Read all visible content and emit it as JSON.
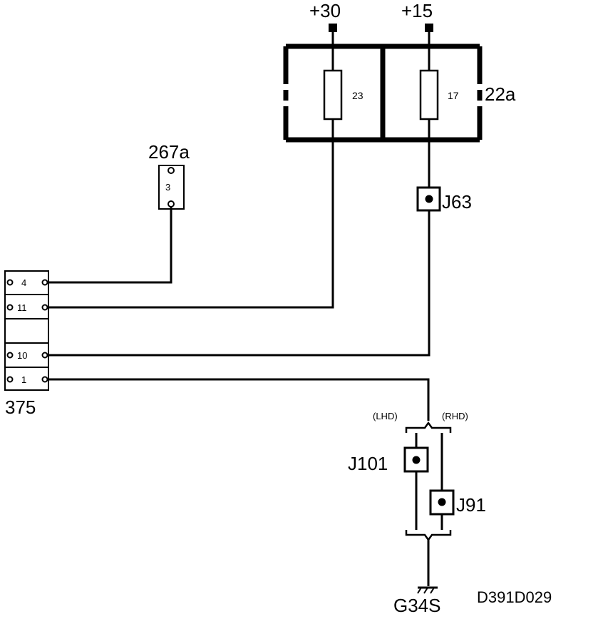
{
  "supplies": {
    "plus30": "+30",
    "plus15": "+15"
  },
  "fuse_box": {
    "id": "22a",
    "fuses": [
      {
        "number": "23"
      },
      {
        "number": "17"
      }
    ]
  },
  "component_267a": {
    "id": "267a",
    "pin": "3"
  },
  "connector_375": {
    "id": "375",
    "pins": [
      "4",
      "11",
      "10",
      "1"
    ]
  },
  "junctions": {
    "j63": "J63",
    "j101": "J101",
    "j91": "J91"
  },
  "variants": {
    "lhd": "(LHD)",
    "rhd": "(RHD)"
  },
  "ground": "G34S",
  "drawing_code": "D391D029"
}
